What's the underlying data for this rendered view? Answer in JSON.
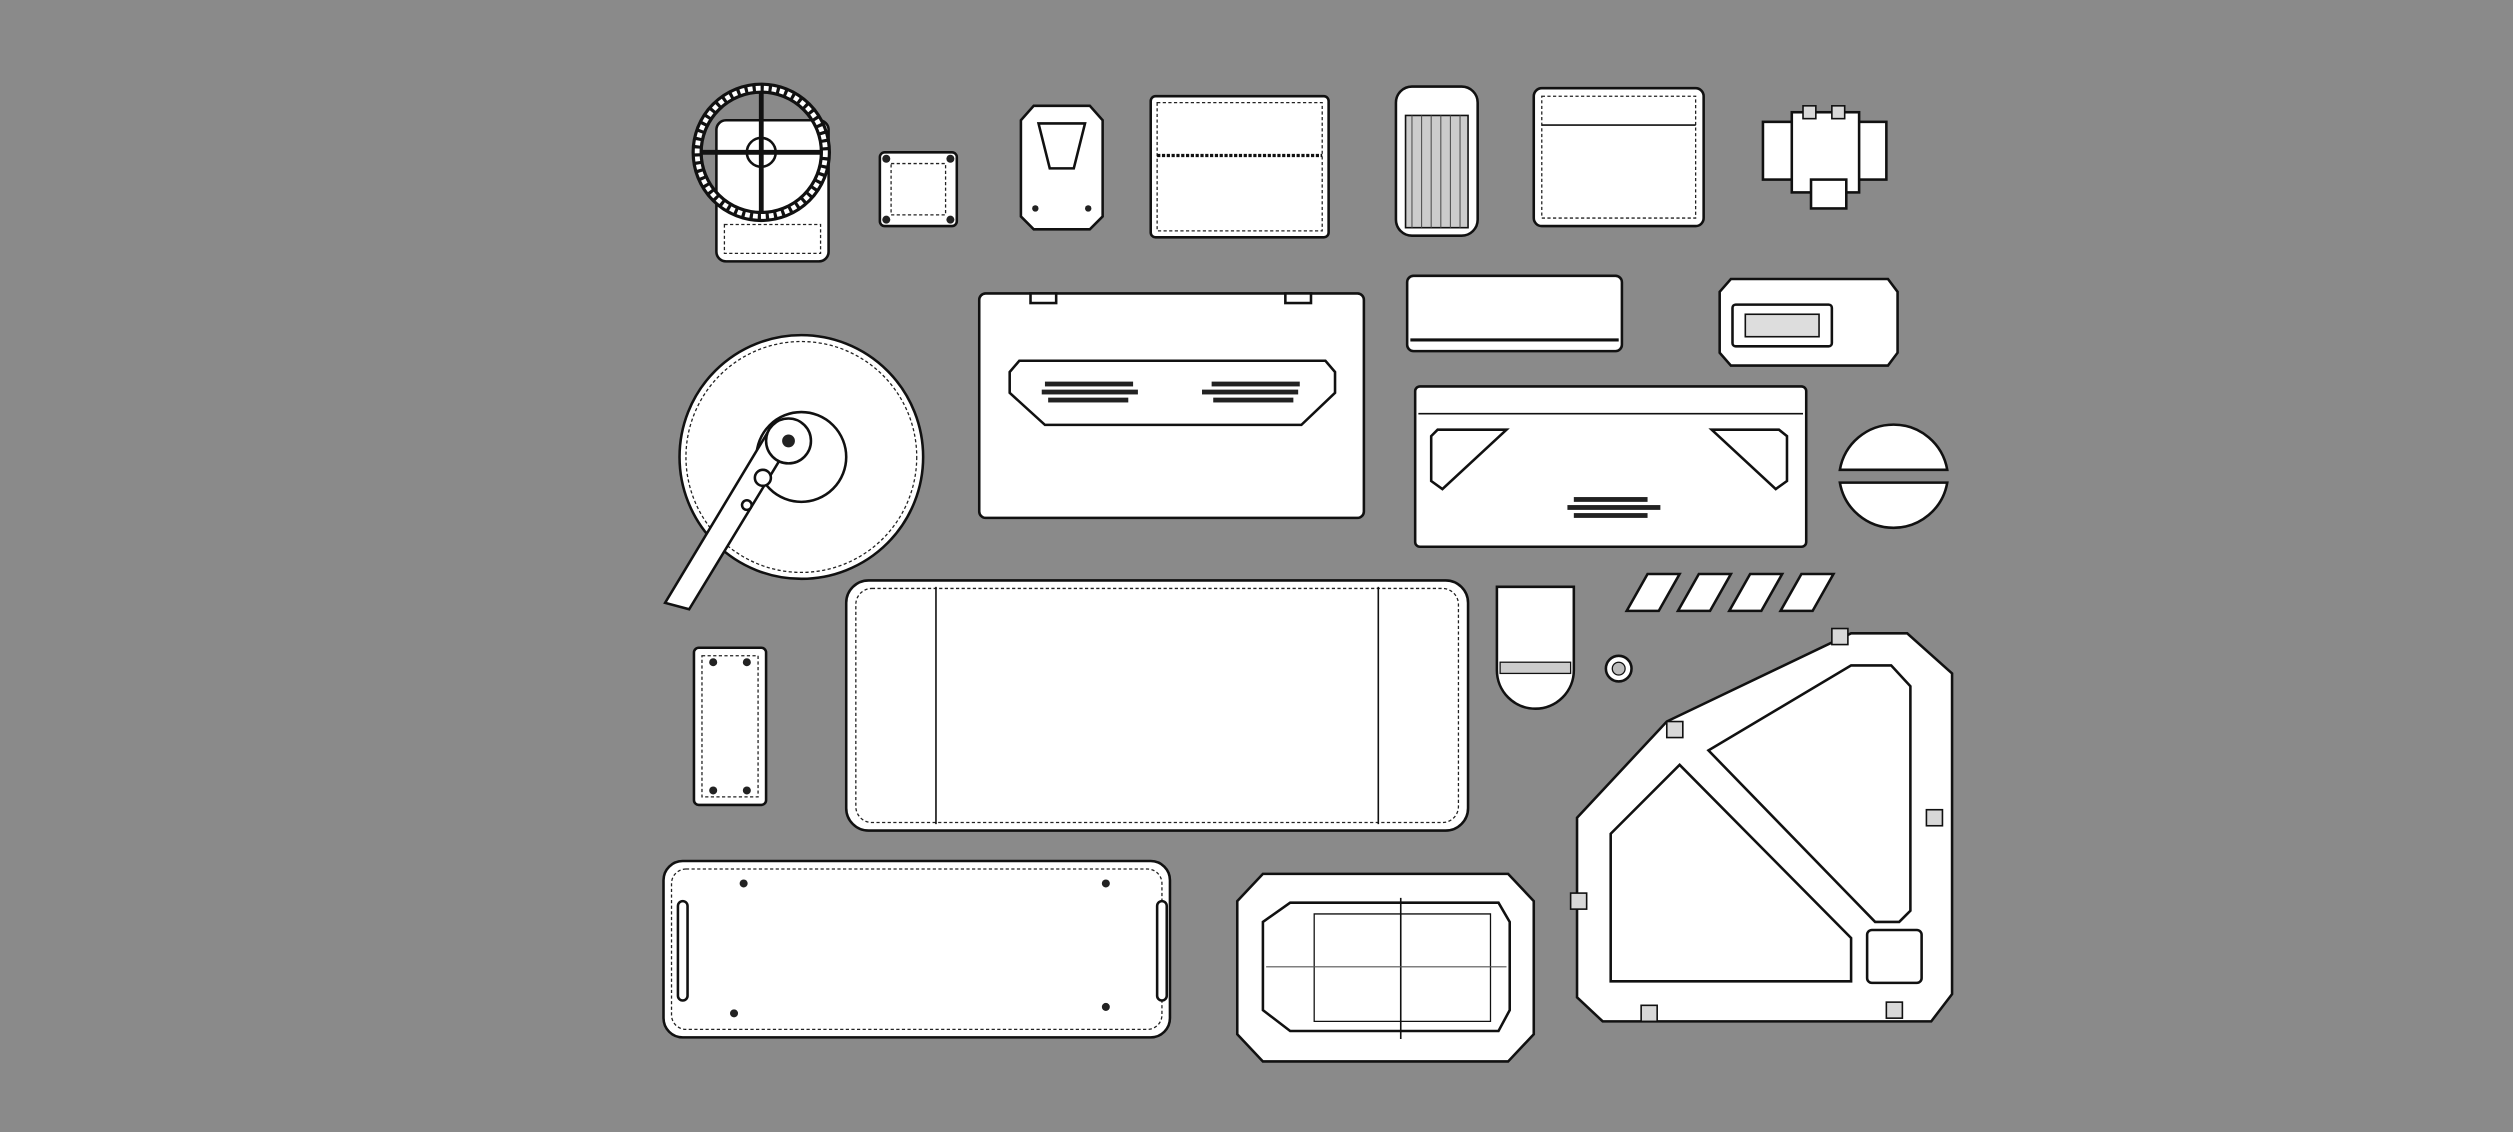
{
  "scene": {
    "background_color": "#8a8a8a",
    "part_fill_color": "#ffffff",
    "outline_color": "#111111",
    "parts": [
      "valve-wheel-box",
      "small-square-plate",
      "tag-plate",
      "panel",
      "cylinder",
      "box-panel",
      "connector",
      "labelled-plate",
      "slim-plate",
      "window-plate",
      "disc-with-arm",
      "triangle-cutout-plate",
      "split-disc",
      "stripes",
      "large-rounded-panel",
      "small-bolted-plate",
      "capsule",
      "washer",
      "triangular-frame",
      "long-plate",
      "tray"
    ]
  }
}
